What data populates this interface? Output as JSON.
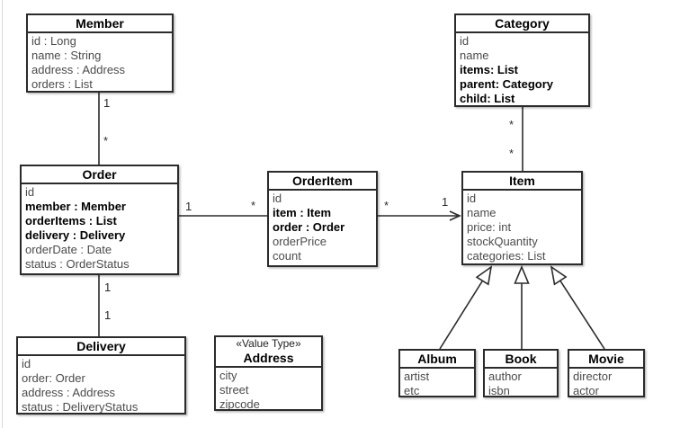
{
  "classes": {
    "member": {
      "name": "Member",
      "attrs": [
        "id : Long",
        "name : String",
        "address : Address",
        "orders : List"
      ]
    },
    "category": {
      "name": "Category",
      "attrs": [
        "id",
        "name",
        "items: List",
        "parent: Category",
        "child: List"
      ]
    },
    "order": {
      "name": "Order",
      "attrs": [
        "id",
        "member : Member",
        "orderItems : List",
        "delivery : Delivery",
        "orderDate : Date",
        "status : OrderStatus"
      ]
    },
    "orderitem": {
      "name": "OrderItem",
      "attrs": [
        "id",
        "item : Item",
        "order : Order",
        "orderPrice",
        "count"
      ]
    },
    "item": {
      "name": "Item",
      "attrs": [
        "id",
        "name",
        "price: int",
        "stockQuantity",
        "categories: List"
      ]
    },
    "delivery": {
      "name": "Delivery",
      "attrs": [
        "id",
        "order: Order",
        "address : Address",
        "status : DeliveryStatus"
      ]
    },
    "address": {
      "stereotype": "«Value Type»",
      "name": "Address",
      "attrs": [
        "city",
        "street",
        "zipcode"
      ]
    },
    "album": {
      "name": "Album",
      "attrs": [
        "artist",
        "etc"
      ]
    },
    "book": {
      "name": "Book",
      "attrs": [
        "author",
        "isbn"
      ]
    },
    "movie": {
      "name": "Movie",
      "attrs": [
        "director",
        "actor"
      ]
    }
  },
  "associations": {
    "member_order": {
      "near_member": "1",
      "near_order": "*"
    },
    "order_delivery": {
      "near_order": "1",
      "near_delivery": "1"
    },
    "order_orderitem": {
      "near_order": "1",
      "near_orderitem": "*"
    },
    "orderitem_item": {
      "near_orderitem": "*",
      "near_item": "1"
    },
    "category_item": {
      "near_category": "*",
      "near_item": "*"
    }
  },
  "colors": {
    "line": "#2b2b2b",
    "box_border": "#2b2b2b",
    "text_regular": "#4b4b4b",
    "text_bold": "#000000",
    "background": "#ffffff"
  }
}
